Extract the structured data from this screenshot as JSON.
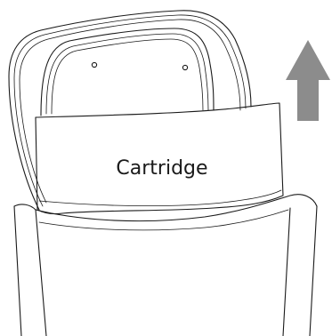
{
  "diagram": {
    "label": "Cartridge",
    "arrow_direction": "up",
    "colors": {
      "line": "#1a1a1a",
      "background": "#ffffff",
      "arrow": "#8c8c8c"
    },
    "icons": [
      "cartridge-outline",
      "up-arrow-icon",
      "holder-bin"
    ]
  }
}
